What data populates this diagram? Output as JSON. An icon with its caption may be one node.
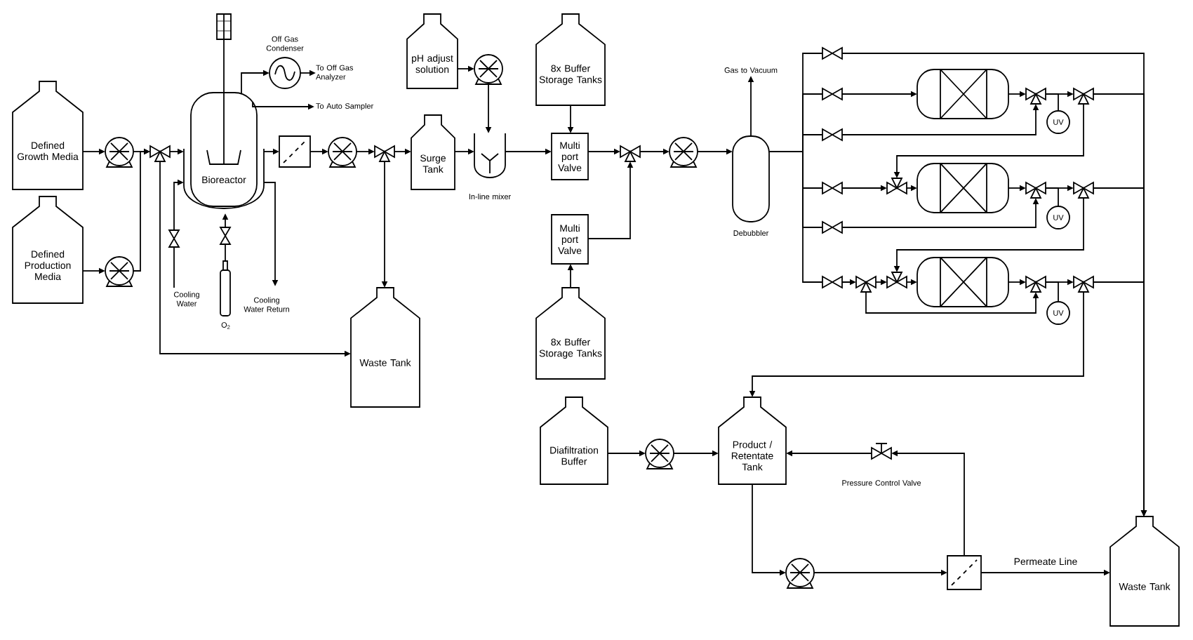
{
  "diagram": {
    "nodes": [
      {
        "text": [
          "Defined Growth Media"
        ]
      },
      {
        "text": [
          "Defined Production Media"
        ]
      },
      {
        "text": [],
        "shape": "pump"
      },
      {
        "text": [],
        "shape": "pump"
      },
      {
        "text": [],
        "shape": "valve"
      },
      {
        "text": [
          "Bioreactor"
        ]
      },
      {
        "text": [],
        "shape": "circle",
        "beside": [
          "Off Gas Condenser"
        ]
      },
      {
        "text": [
          "To Off Gas Analyzer"
        ]
      },
      {
        "text": [
          "To Auto Sampler"
        ]
      },
      {
        "text": [],
        "shape": "filter"
      },
      {
        "text": [],
        "shape": "pump"
      },
      {
        "text": [],
        "shape": "valve"
      },
      {
        "text": [
          "Surge Tank"
        ]
      },
      {
        "text": [
          "pH adjust solution"
        ]
      },
      {
        "text": [],
        "shape": "pump"
      },
      {
        "text": [],
        "shape": "mixer",
        "beside": [
          "In-line mixer"
        ]
      },
      {
        "text": [
          "8x Buffer Storage Tanks"
        ]
      },
      {
        "text": [
          "Multi port Valve"
        ]
      },
      {
        "text": [],
        "shape": "valve"
      },
      {
        "text": [],
        "shape": "pump"
      },
      {
        "text": [],
        "shape": "vessel",
        "beside": [
          "Debubbler"
        ]
      },
      {
        "text": [
          "Gas to Vacuum"
        ]
      },
      {
        "text": [
          "Multi port Valve"
        ]
      },
      {
        "text": [
          "8x Buffer Storage Tanks"
        ]
      },
      {
        "text": [
          "Waste Tank"
        ]
      },
      {
        "text": [
          "Cooling Water"
        ]
      },
      {
        "text": [],
        "shape": "cylinder",
        "beside": [
          "O$_{2}$"
        ]
      },
      {
        "text": [
          "Cooling Water Return"
        ]
      },
      {
        "text": [],
        "shape": "column"
      },
      {
        "text": [],
        "shape": "column"
      },
      {
        "text": [],
        "shape": "column"
      },
      {
        "text": [
          "UV"
        ]
      },
      {
        "text": [
          "UV"
        ]
      },
      {
        "text": [
          "UV"
        ]
      },
      {
        "text": [
          "Product / Retentate Tank"
        ]
      },
      {
        "text": [
          "Diafiltration Buffer"
        ]
      },
      {
        "text": [],
        "shape": "pump"
      },
      {
        "text": [],
        "shape": "valve",
        "beside": [
          "Pressure Control Valve"
        ]
      },
      {
        "text": [],
        "shape": "pump"
      },
      {
        "text": [],
        "shape": "filter"
      },
      {
        "text": [
          "Waste Tank"
        ]
      },
      {
        "text": [],
        "shape": "valve"
      },
      {
        "text": [],
        "shape": "valve"
      },
      {
        "text": [],
        "shape": "valve"
      },
      {
        "text": [],
        "shape": "valve"
      },
      {
        "text": [],
        "shape": "valve"
      },
      {
        "text": [],
        "shape": "valve"
      },
      {
        "text": [],
        "shape": "valve"
      },
      {
        "text": [],
        "shape": "valve"
      },
      {
        "text": [],
        "shape": "valve"
      }
    ],
    "edges": [
      {
        "from": 0,
        "to": 2,
        "arrow": "to"
      },
      {
        "from": 1,
        "to": 3,
        "arrow": "to"
      },
      {
        "from": 2,
        "to": 4,
        "arrow": "to"
      },
      {
        "from": 3,
        "to": 4,
        "arrow": "to"
      },
      {
        "from": 4,
        "to": 5,
        "arrow": "to"
      },
      {
        "from": 4,
        "to": 24,
        "arrow": "to"
      },
      {
        "from": 5,
        "to": 6,
        "arrow": "to"
      },
      {
        "from": 6,
        "to": 7,
        "arrow": "to"
      },
      {
        "from": 5,
        "to": 8,
        "arrow": "to"
      },
      {
        "from": 5,
        "to": 9,
        "arrow": "to"
      },
      {
        "from": 9,
        "to": 10,
        "arrow": "to"
      },
      {
        "from": 10,
        "to": 11,
        "arrow": "to"
      },
      {
        "from": 11,
        "to": 12,
        "arrow": "to"
      },
      {
        "from": 11,
        "to": 24,
        "arrow": "to"
      },
      {
        "from": 25,
        "to": 5,
        "arrow": "to"
      },
      {
        "from": 26,
        "to": 5,
        "arrow": "to"
      },
      {
        "from": 5,
        "to": 27,
        "arrow": "to"
      },
      {
        "from": 13,
        "to": 14,
        "arrow": "to"
      },
      {
        "from": 14,
        "to": 15,
        "arrow": "to"
      },
      {
        "from": 12,
        "to": 15,
        "arrow": "to"
      },
      {
        "from": 15,
        "to": 17,
        "arrow": "to"
      },
      {
        "from": 16,
        "to": 17,
        "arrow": "to"
      },
      {
        "from": 17,
        "to": 18,
        "arrow": "to"
      },
      {
        "from": 22,
        "to": 18,
        "arrow": "to"
      },
      {
        "from": 23,
        "to": 22,
        "arrow": "to"
      },
      {
        "from": 18,
        "to": 19,
        "arrow": "to"
      },
      {
        "from": 19,
        "to": 20,
        "arrow": "to"
      },
      {
        "from": 20,
        "to": 21,
        "arrow": "to"
      },
      {
        "from": 20,
        "to": 28,
        "arrow": "to"
      },
      {
        "from": 20,
        "to": 47,
        "arrow": "to"
      },
      {
        "from": 47,
        "to": 29,
        "arrow": "to"
      },
      {
        "from": 20,
        "to": 49,
        "arrow": "to"
      },
      {
        "from": 49,
        "to": 48,
        "arrow": "to"
      },
      {
        "from": 48,
        "to": 30,
        "arrow": "to"
      },
      {
        "from": 20,
        "to": 40,
        "arrow": "to"
      },
      {
        "from": 20,
        "to": 41,
        "arrow": "to"
      },
      {
        "from": 20,
        "to": 43,
        "arrow": "to"
      },
      {
        "from": 49,
        "to": 45,
        "arrow": "to"
      },
      {
        "from": 28,
        "to": 41,
        "arrow": "to"
      },
      {
        "from": 41,
        "to": 42,
        "arrow": "to"
      },
      {
        "from": 29,
        "to": 43,
        "arrow": "to"
      },
      {
        "from": 43,
        "to": 44,
        "arrow": "to"
      },
      {
        "from": 30,
        "to": 45,
        "arrow": "to"
      },
      {
        "from": 45,
        "to": 46,
        "arrow": "to"
      },
      {
        "from": 42,
        "to": 40,
        "arrow": "to"
      },
      {
        "from": 44,
        "to": 40,
        "arrow": "to"
      },
      {
        "from": 46,
        "to": 40,
        "arrow": "to"
      },
      {
        "from": 42,
        "to": 47,
        "arrow": "to"
      },
      {
        "from": 44,
        "to": 48,
        "arrow": "to"
      },
      {
        "from": 46,
        "to": 34,
        "arrow": "to"
      },
      {
        "from": 41,
        "to": 31,
        "arrow": "none"
      },
      {
        "from": 43,
        "to": 32,
        "arrow": "none"
      },
      {
        "from": 45,
        "to": 33,
        "arrow": "none"
      },
      {
        "from": 35,
        "to": 36,
        "arrow": "to"
      },
      {
        "from": 36,
        "to": 34,
        "arrow": "to"
      },
      {
        "from": 37,
        "to": 34,
        "arrow": "to"
      },
      {
        "from": 34,
        "to": 38,
        "arrow": "to"
      },
      {
        "from": 38,
        "to": 39,
        "arrow": "to"
      },
      {
        "from": 39,
        "to": 37,
        "arrow": "to"
      },
      {
        "from": 39,
        "to": 40,
        "arrow": "to",
        "label": "Permeate Line"
      }
    ]
  }
}
